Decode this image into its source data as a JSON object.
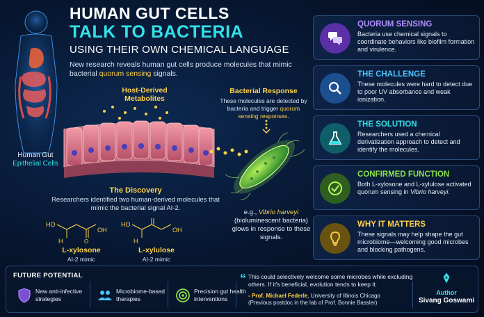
{
  "title": {
    "line1": "HUMAN GUT CELLS",
    "line2": "TALK TO BACTERIA",
    "line3": "USING THEIR OWN CHEMICAL LANGUAGE"
  },
  "intro": {
    "before": "New research reveals human gut cells produce molecules that mimic bacterial ",
    "highlight": "quorum sensing",
    "after": " signals."
  },
  "human": {
    "label1": "Human Gut",
    "label2": "Epithelial Cells"
  },
  "host_derived": {
    "line1": "Host-Derived",
    "line2": "Metabolites"
  },
  "bacterial_response": {
    "title": "Bacterial Response",
    "text_before": "These molecules are detected by bacteria and trigger ",
    "text_highlight": "quorum sensing responses",
    "text_after": "."
  },
  "vibrio": {
    "prefix": "e.g., ",
    "name": "Vibrio harveyi",
    "desc": "(bioluminescent bacteria) glows in response to these signals."
  },
  "discovery": {
    "title": "The Discovery",
    "text": "Researchers identified two human-derived molecules that mimic the bacterial signal AI-2."
  },
  "molecules": [
    {
      "name": "L-xylosone",
      "sub": "AI-2 mimic",
      "ho": "HO",
      "oh": "OH",
      "h": "H"
    },
    {
      "name": "L-xylulose",
      "sub": "AI-2 mimic",
      "ho": "HO",
      "oh": "OH",
      "h": "H"
    }
  ],
  "cards": [
    {
      "title": "QUORUM SENSING",
      "text": "Bacteria use chemical signals to coordinate behaviors like biofilm formation and virulence.",
      "color": "#b08cff",
      "icon": "chat-bubbles-icon"
    },
    {
      "title": "THE CHALLENGE",
      "text": "These molecules were hard to detect due to poor UV absorbance and weak ionization.",
      "color": "#4fc3ff",
      "icon": "magnifier-icon"
    },
    {
      "title": "THE SOLUTION",
      "text": "Researchers used a chemical derivatization approach to detect and identify the molecules.",
      "color": "#34e0e6",
      "icon": "flask-icon"
    },
    {
      "title": "CONFIRMED FUNCTION",
      "text": "Both L-xylosone and L-xylulose activated quorum sensing in ",
      "text_em": "Vibrio harveyi",
      "text_end": ".",
      "color": "#8be04a",
      "icon": "check-circle-icon"
    },
    {
      "title": "WHY IT MATTERS",
      "text": "These signals may help shape the gut microbiome—welcoming good microbes and blocking pathogens.",
      "color": "#ffd24a",
      "icon": "lightbulb-icon"
    }
  ],
  "footer": {
    "title": "FUTURE POTENTIAL",
    "items": [
      {
        "line1": "New anti-infective",
        "line2": "strategies",
        "icon": "shield-icon"
      },
      {
        "line1": "Microbiome-based",
        "line2": "therapies",
        "icon": "people-icon"
      },
      {
        "line1": "Precision gut health",
        "line2": "interventions",
        "icon": "target-icon"
      }
    ],
    "quote": "This could selectively welcome some microbes while excluding others. If it's beneficial, evolution tends to keep it.",
    "quote_author": "- Prof. Michael Federle",
    "quote_affil": ", University of Illinois Chicago",
    "quote_note": "(Previous postdoc in the lab of Prof. Bonnie Bassler)",
    "author_label": "Author",
    "author_name": "Sivang Goswami"
  }
}
